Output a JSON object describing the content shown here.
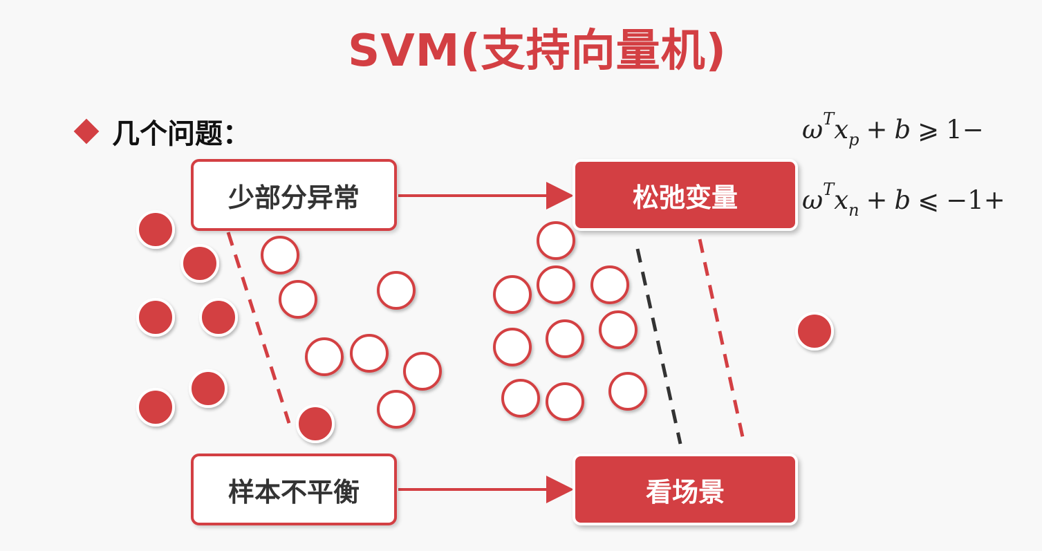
{
  "title": "SVM(支持向量机)",
  "bullet": "几个问题：",
  "formulas": {
    "line1": {
      "omega": "ω",
      "sup": "T",
      "x": "x",
      "sub": "p",
      "plus": "+",
      "b": "b",
      "rel": "⩾",
      "rhs": "1−"
    },
    "line2": {
      "omega": "ω",
      "sup": "T",
      "x": "x",
      "sub": "n",
      "plus": "+",
      "b": "b",
      "rel": "⩽",
      "rhs": "−1+"
    }
  },
  "boxes": {
    "outlier": "少部分异常",
    "slack": "松弛变量",
    "imbalance": "样本不平衡",
    "scenario": "看场景"
  },
  "colors": {
    "accent": "#d33f43",
    "dark_line": "#333333",
    "text": "#111111"
  },
  "icons": {
    "bullet": "diamond-icon",
    "arrow": "arrow-right-icon"
  }
}
